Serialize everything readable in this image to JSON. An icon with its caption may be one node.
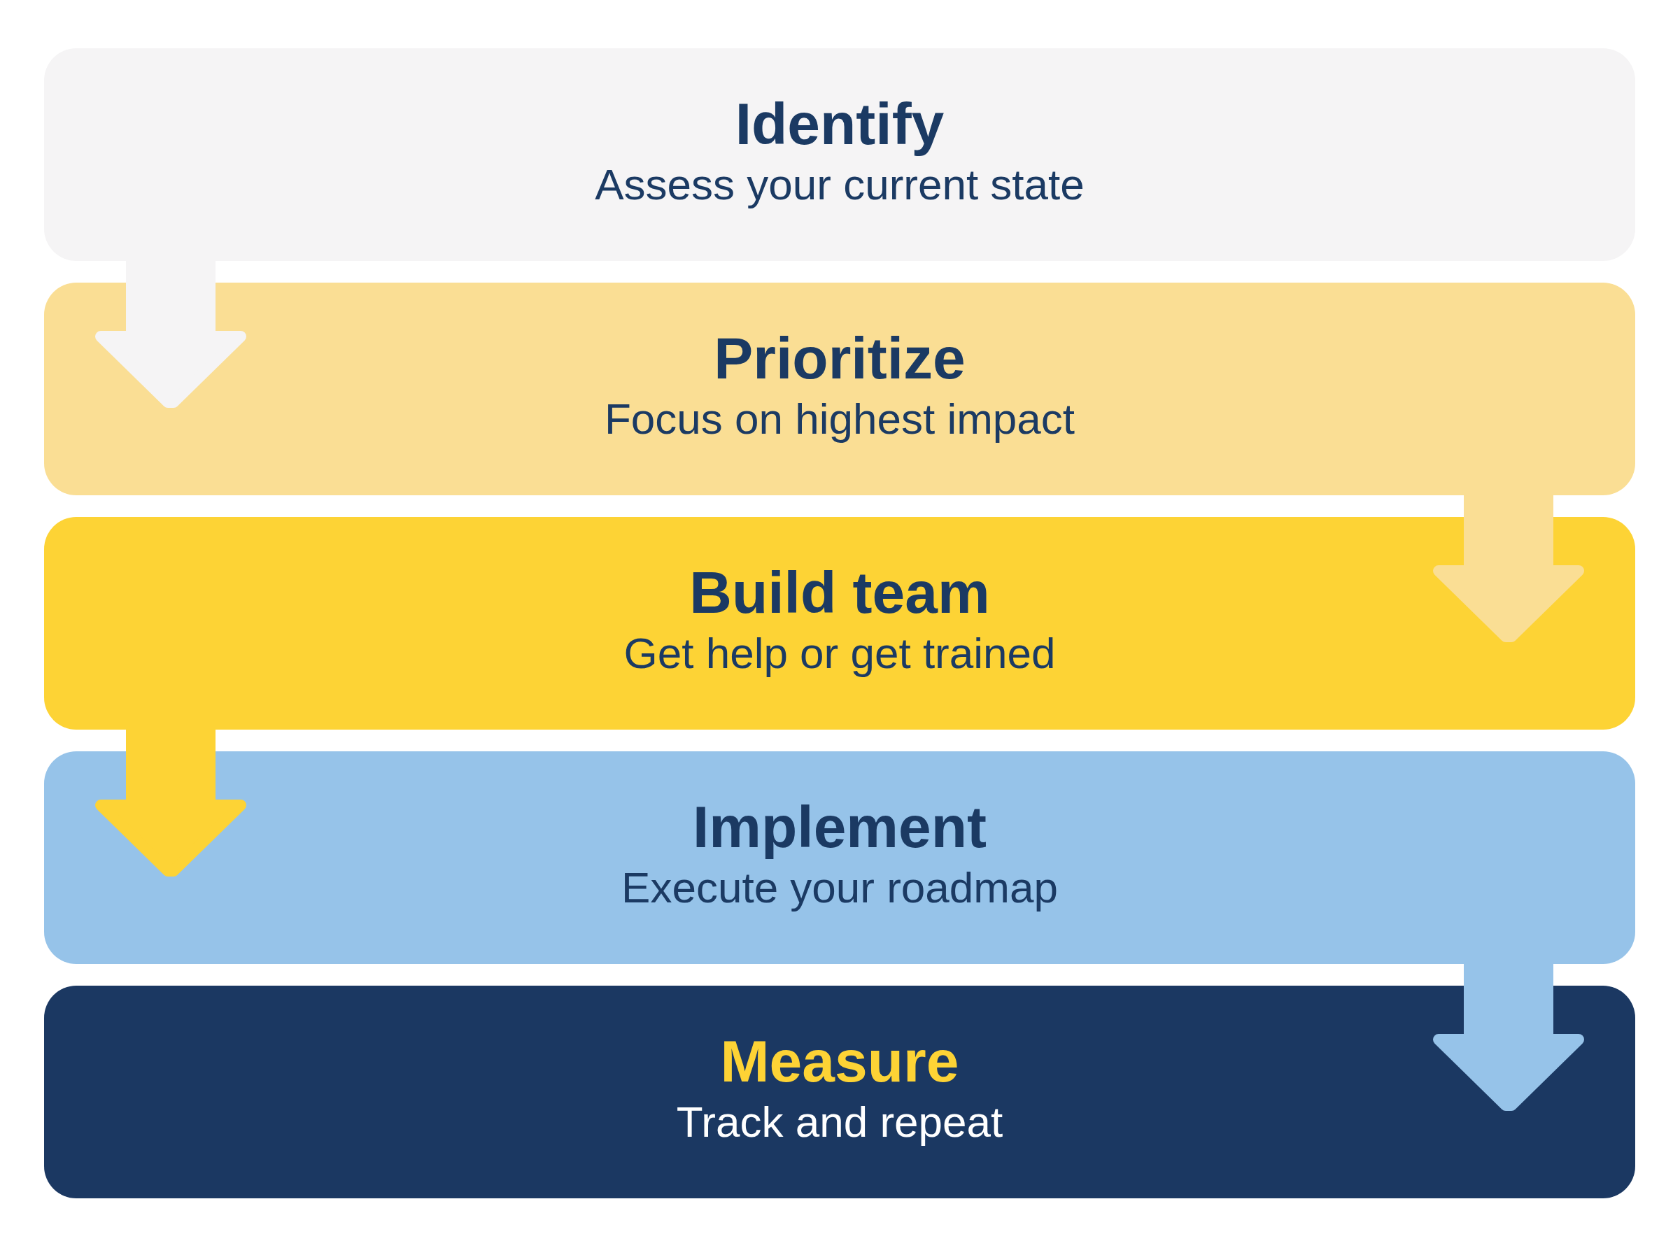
{
  "diagram": {
    "nodes": [
      {
        "text": [
          "Identify",
          "Assess your current state"
        ]
      },
      {
        "text": [
          "Prioritize",
          "Focus on highest impact"
        ]
      },
      {
        "text": [
          "Build team",
          "Get help or get trained"
        ]
      },
      {
        "text": [
          "Implement",
          "Execute your roadmap"
        ]
      },
      {
        "text": [
          "Measure",
          "Track and repeat"
        ]
      }
    ],
    "edges": [
      {
        "from": 0,
        "to": 1,
        "arrow": "to",
        "color": "#f5f4f5"
      },
      {
        "from": 1,
        "to": 2,
        "arrow": "to",
        "color": "#fade94"
      },
      {
        "from": 2,
        "to": 3,
        "arrow": "to",
        "color": "#fdd335"
      },
      {
        "from": 3,
        "to": 4,
        "arrow": "to",
        "color": "#96c3e9"
      }
    ]
  }
}
